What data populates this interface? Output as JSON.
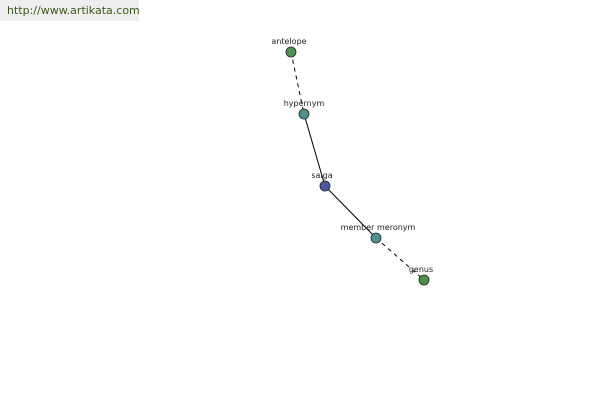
{
  "header": {
    "url": "http://www.artikata.com"
  },
  "graph": {
    "colors": {
      "root": "#4a5a9a",
      "relation": "#4f8f8f",
      "leaf": "#4f8f4f",
      "edge": "#000000"
    },
    "nodes": {
      "antelope": {
        "label": "antelope",
        "kind": "leaf",
        "icon": "leaf-node-icon"
      },
      "hypernym": {
        "label": "hypernym",
        "kind": "relation",
        "icon": "relation-node-icon"
      },
      "saiga": {
        "label": "saiga",
        "kind": "root",
        "icon": "root-node-icon"
      },
      "member_meronym": {
        "label": "member meronym",
        "kind": "relation",
        "icon": "relation-node-icon"
      },
      "genus": {
        "label": "genus",
        "kind": "leaf",
        "icon": "leaf-node-icon"
      }
    },
    "edges": [
      {
        "from": "antelope",
        "to": "hypernym",
        "style": "dashed"
      },
      {
        "from": "hypernym",
        "to": "saiga",
        "style": "solid"
      },
      {
        "from": "saiga",
        "to": "member_meronym",
        "style": "solid"
      },
      {
        "from": "member_meronym",
        "to": "genus",
        "style": "dashed"
      }
    ]
  }
}
